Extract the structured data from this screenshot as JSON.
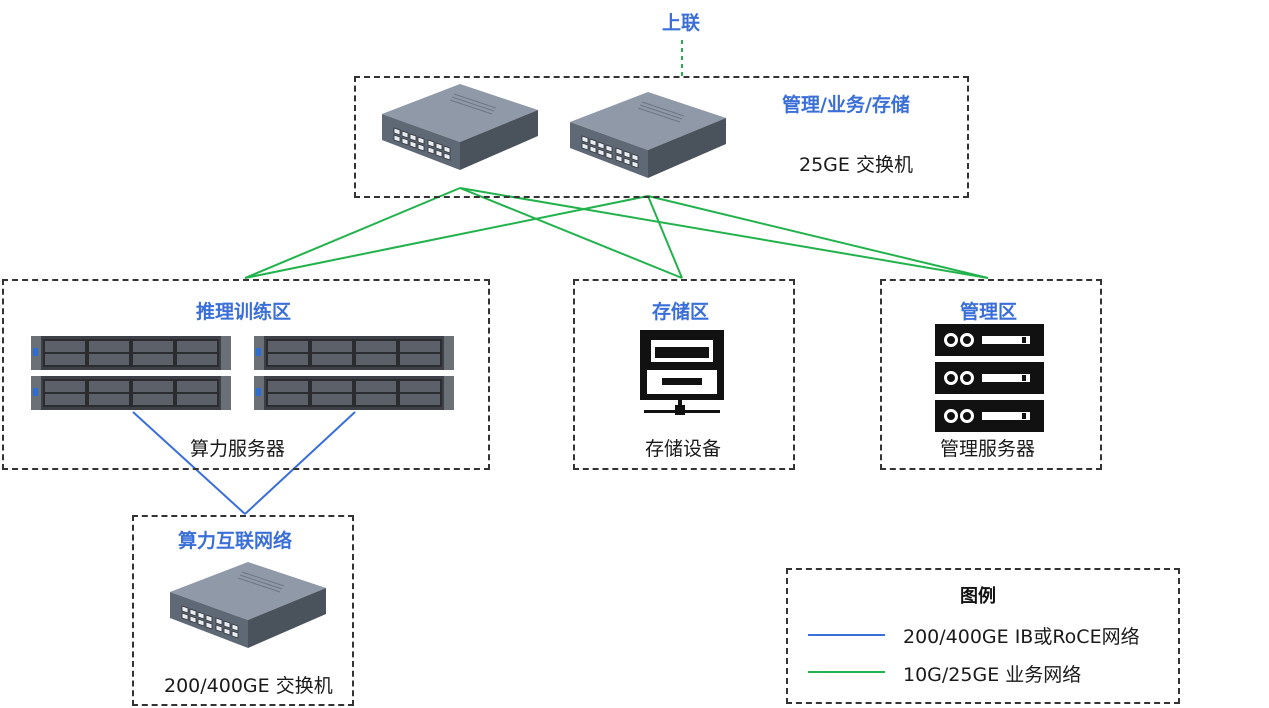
{
  "colors": {
    "accent_title": "#3b6fd8",
    "ib_roce_link": "#3a6fd9",
    "business_link": "#22b24c",
    "zone_border": "#333333"
  },
  "uplink": {
    "label": "上联"
  },
  "core_zone": {
    "title": "管理/业务/存储",
    "device_label": "25GE 交换机",
    "icon": "network-switch-icon"
  },
  "inference_zone": {
    "title": "推理训练区",
    "device_label": "算力服务器",
    "icon": "rack-server-icon"
  },
  "storage_zone": {
    "title": "存储区",
    "device_label": "存储设备",
    "icon": "storage-device-icon"
  },
  "management_zone": {
    "title": "管理区",
    "device_label": "管理服务器",
    "icon": "server-stack-icon"
  },
  "compute_network_zone": {
    "title": "算力互联网络",
    "device_label": "200/400GE 交换机",
    "icon": "network-switch-icon"
  },
  "legend": {
    "title": "图例",
    "items": [
      {
        "label": "200/400GE IB或RoCE网络",
        "color": "#3a6fd9"
      },
      {
        "label": "10G/25GE 业务网络",
        "color": "#22b24c"
      }
    ]
  }
}
